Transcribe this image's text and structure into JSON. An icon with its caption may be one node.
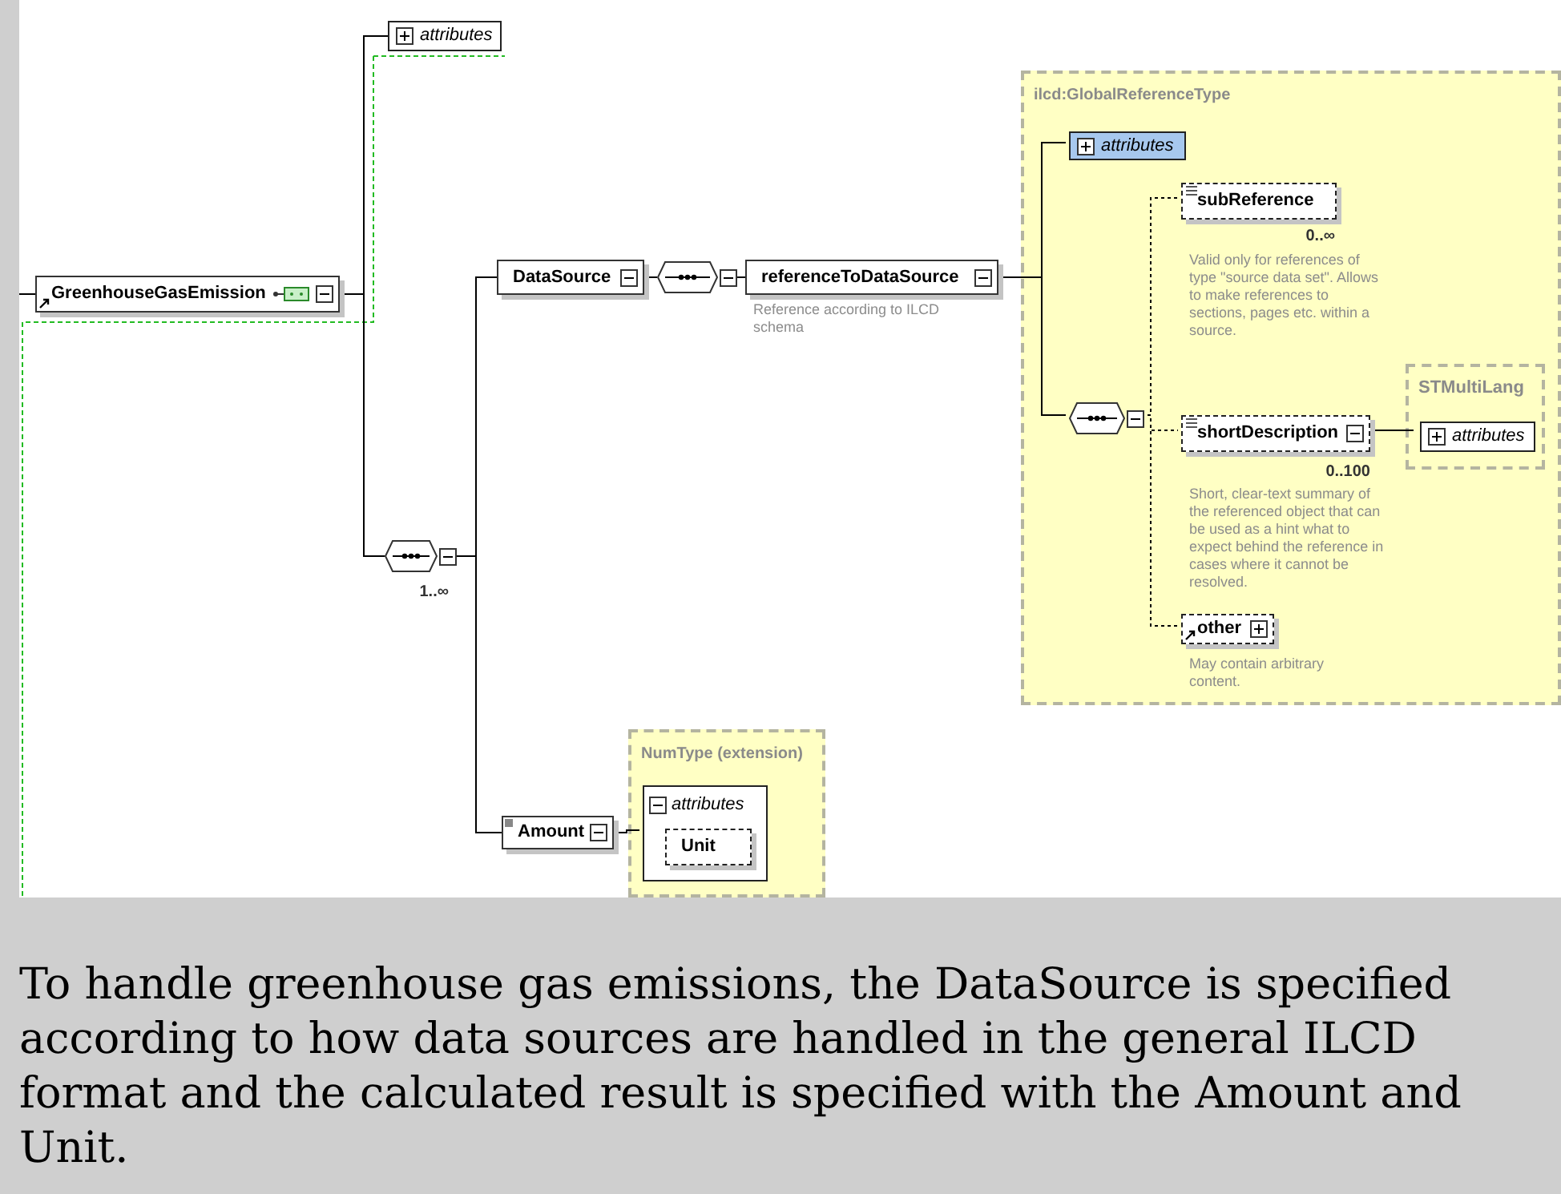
{
  "diagram": {
    "caption": "To handle greenhouse gas emissions, the DataSource is specified according to how data sources are handled in the general ILCD format and the calculated result is specified with the Amount and Unit.",
    "nodes": [
      {
        "text": [
          "GreenhouseGasEmission"
        ]
      },
      {
        "text": [
          "attributes"
        ]
      },
      {
        "text": [],
        "shape": "octagon",
        "beside": [
          "1..∞"
        ]
      },
      {
        "text": [
          "DataSource"
        ]
      },
      {
        "text": [],
        "shape": "octagon"
      },
      {
        "text": [
          "referenceToDataSource"
        ],
        "beside": [
          "Reference according to ILCD schema"
        ]
      },
      {
        "text": [
          "ilcd:GlobalReferenceType"
        ]
      },
      {
        "text": [
          "attributes"
        ],
        "in": 6
      },
      {
        "text": [
          "subReference"
        ],
        "in": 6,
        "beside": [
          "0..∞",
          "Valid only for references of type \"source data set\". Allows to make references to sections, pages etc. within a source."
        ]
      },
      {
        "text": [],
        "shape": "octagon",
        "in": 6
      },
      {
        "text": [
          "shortDescription"
        ],
        "in": 6,
        "beside": [
          "0..100",
          "Short, clear-text summary of the referenced object that can be used as a hint what to expect behind the reference in cases where it cannot be resolved."
        ]
      },
      {
        "text": [
          "STMultiLang"
        ],
        "in": 6
      },
      {
        "text": [
          "attributes"
        ],
        "in": 11
      },
      {
        "text": [
          "other"
        ],
        "in": 6,
        "beside": [
          "May contain arbitrary content."
        ]
      },
      {
        "text": [
          "Amount"
        ]
      },
      {
        "text": [
          "**NumType** (extension)"
        ]
      },
      {
        "text": [
          "attributes"
        ],
        "in": 15
      },
      {
        "text": [
          "Unit"
        ],
        "in": 16
      }
    ],
    "edges": [
      {
        "from": null,
        "to": 0,
        "arrow": "none"
      },
      {
        "from": 0,
        "to": 1,
        "arrow": "none"
      },
      {
        "from": 0,
        "to": 2,
        "arrow": "none"
      },
      {
        "from": 2,
        "to": 3,
        "arrow": "none"
      },
      {
        "from": 2,
        "to": 14,
        "arrow": "none"
      },
      {
        "from": 3,
        "to": 4,
        "arrow": "none"
      },
      {
        "from": 4,
        "to": 5,
        "arrow": "none"
      },
      {
        "from": 5,
        "to": 7,
        "arrow": "none"
      },
      {
        "from": 5,
        "to": 9,
        "arrow": "none"
      },
      {
        "from": 9,
        "to": 8,
        "arrow": "none",
        "style": "dashed"
      },
      {
        "from": 9,
        "to": 10,
        "arrow": "none",
        "style": "dashed"
      },
      {
        "from": 9,
        "to": 13,
        "arrow": "none",
        "style": "dashed"
      },
      {
        "from": 10,
        "to": 12,
        "arrow": "none"
      },
      {
        "from": 14,
        "to": 16,
        "arrow": "none"
      }
    ]
  }
}
